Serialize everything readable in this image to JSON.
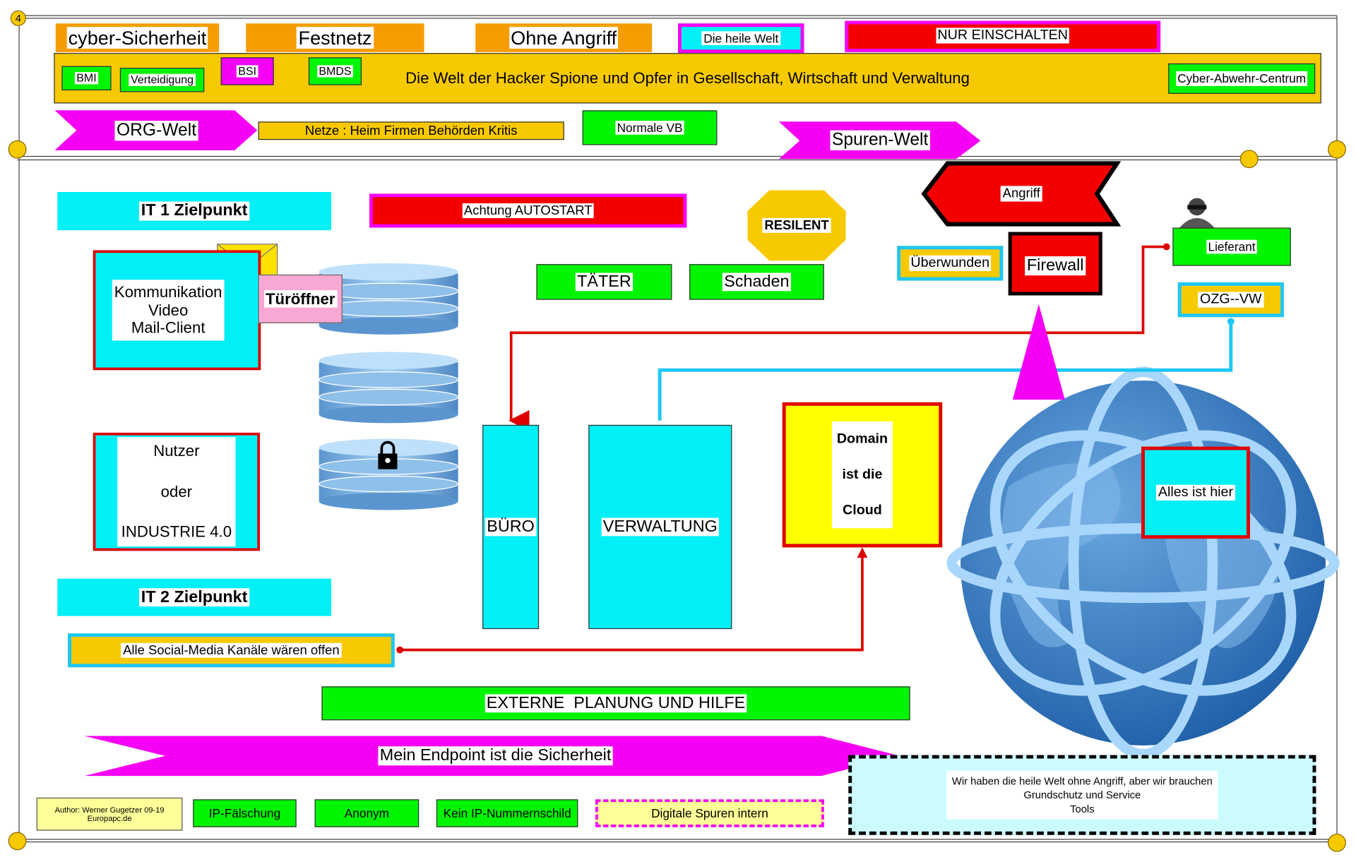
{
  "page_number": "4",
  "header": {
    "cyber": "cyber-Sicherheit",
    "festnetz": "Festnetz",
    "ohne_angriff": "Ohne Angriff",
    "heile_welt": "Die heile Welt",
    "nur_einschalten": "NUR EINSCHALTEN",
    "bmi": "BMI",
    "verteidigung": "Verteidigung",
    "bsi": "BSI",
    "bmds": "BMDS",
    "title": "Die Welt der Hacker Spione und Opfer in Gesellschaft, Wirtschaft und Verwaltung",
    "cyber_abwehr": "Cyber-Abwehr-Centrum"
  },
  "row2": {
    "org_welt": "ORG-Welt",
    "netze": "Netze : Heim Firmen Behörden Kritis",
    "normale_vb": "Normale VB",
    "spuren_welt": "Spuren-Welt"
  },
  "main": {
    "it1": "IT 1 Zielpunkt",
    "autostart": "Achtung AUTOSTART",
    "resilent": "RESILENT",
    "angriff": "Angriff",
    "kommunikation": [
      "Kommunikation",
      "Video",
      "Mail-Client"
    ],
    "tueroeffner": "Türöffner",
    "taeter": "TÄTER",
    "schaden": "Schaden",
    "ueberwunden": "Überwunden",
    "firewall": "Firewall",
    "lieferant": "Lieferant",
    "ozg": "OZG--VW",
    "buero": "BÜRO",
    "verwaltung": "VERWALTUNG",
    "domain": [
      "Domain",
      "ist die",
      "Cloud"
    ],
    "alles": "Alles ist hier",
    "nutzer": [
      "Nutzer",
      "oder",
      "INDUSTRIE 4.0"
    ],
    "it2": "IT 2 Zielpunkt",
    "social": "Alle Social-Media Kanäle wären offen",
    "externe": "EXTERNE  PLANUNG UND HILFE",
    "endpoint": "Mein Endpoint ist die Sicherheit",
    "wir_haben": [
      "Wir haben die heile Welt ohne Angriff, aber wir brauchen",
      "Grundschutz und Service",
      "Tools"
    ]
  },
  "footer": {
    "author": [
      "Author: Werner Gugetzer  09-19",
      "Europapc.de"
    ],
    "ip_faelschung": "IP-Fälschung",
    "anonym": "Anonym",
    "kein_ip": "Kein IP-Nummernschild",
    "digitale": "Digitale Spuren intern"
  },
  "colors": {
    "orange": "#f59c00",
    "yellow": "#f7c900",
    "green": "#00f500",
    "magenta": "#f500f5",
    "cyan": "#00f0f5",
    "red": "#f50000"
  }
}
